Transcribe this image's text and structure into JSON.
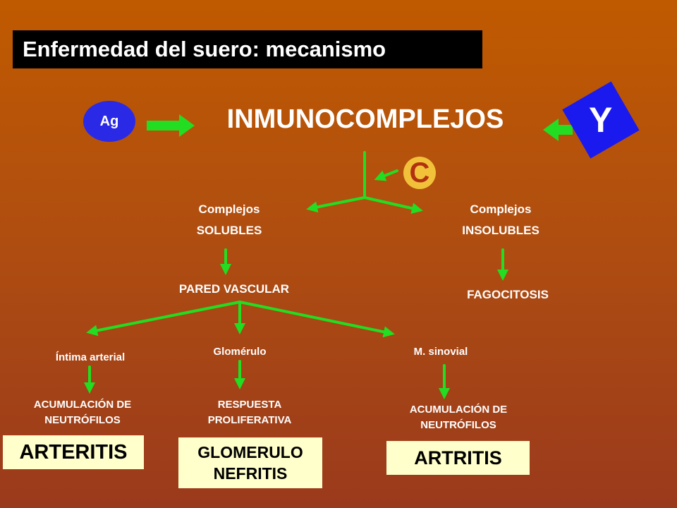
{
  "title": "Enfermedad del suero: mecanismo",
  "antigen_label": "Ag",
  "main_node": "INMUNOCOMPLEJOS",
  "antibody_symbol": "Y",
  "complement_symbol": "C",
  "branches": {
    "soluble": {
      "line1": "Complejos",
      "line2": "SOLUBLES",
      "next": "PARED VASCULAR"
    },
    "insoluble": {
      "line1": "Complejos",
      "line2": "INSOLUBLES",
      "next": "FAGOCITOSIS"
    }
  },
  "targets": [
    {
      "site": "Íntima arterial",
      "response_line1": "ACUMULACIÓN DE",
      "response_line2": "NEUTRÓFILOS",
      "result_line1": "ARTERITIS",
      "result_line2": ""
    },
    {
      "site": "Glomérulo",
      "response_line1": "RESPUESTA",
      "response_line2": "PROLIFERATIVA",
      "result_line1": "GLOMERULO",
      "result_line2": "NEFRITIS"
    },
    {
      "site": "M. sinovial",
      "response_line1": "ACUMULACIÓN DE",
      "response_line2": "NEUTRÓFILOS",
      "result_line1": "ARTRITIS",
      "result_line2": ""
    }
  ],
  "colors": {
    "background_top": "#c05a00",
    "background_bottom": "#9a3a1c",
    "arrow": "#22dd22",
    "antigen": "#2a2ae6",
    "antibody": "#1a1aee",
    "complement": "#f2c13a",
    "result_box": "#ffffcc"
  }
}
